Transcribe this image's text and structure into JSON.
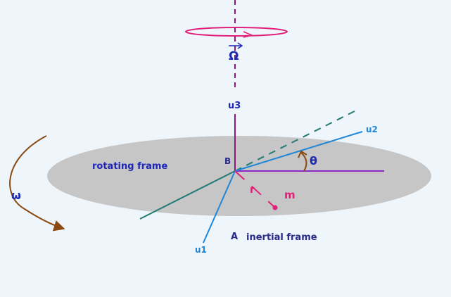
{
  "labels": {
    "omega_big": "Ω",
    "u3": "u3",
    "u2": "u2",
    "u1": "u1",
    "theta": "θ",
    "b": "B",
    "rotating_frame": "rotating frame",
    "r": "r",
    "m": "m",
    "omega_small": "ω",
    "a": "A",
    "inertial_frame": "inertial frame"
  },
  "colors": {
    "background": "#eef5fb",
    "disk": "#c6c6c6",
    "axis_u3": "#8b1a7a",
    "u1_u2": "#1f86d8",
    "rotating_axis": "#237a72",
    "horizontal": "#8a28c8",
    "ring": "#e0207a",
    "mass": "#e0207a",
    "omega_arc": "#8a4a12",
    "label_blue": "#1e28b4",
    "label_pink": "#e0207a",
    "label_navy": "#2a2a8a"
  }
}
